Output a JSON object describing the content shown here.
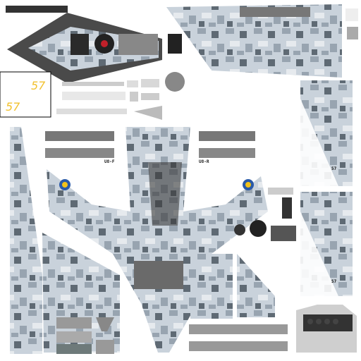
{
  "texture": {
    "tail_number_1": "57",
    "tail_number_2": "57",
    "label_left": "U8-F",
    "label_right": "U8-R",
    "fin_number_1": "57",
    "fin_number_2": "57"
  },
  "colors": {
    "camo_light": "#c9d2db",
    "camo_mid": "#98a4b0",
    "camo_dark": "#5f6a74",
    "camo_white": "#e6eaee",
    "roundel_blue": "#2a5aa8",
    "roundel_yellow": "#f2c21a",
    "number_yellow": "#f2c230"
  }
}
